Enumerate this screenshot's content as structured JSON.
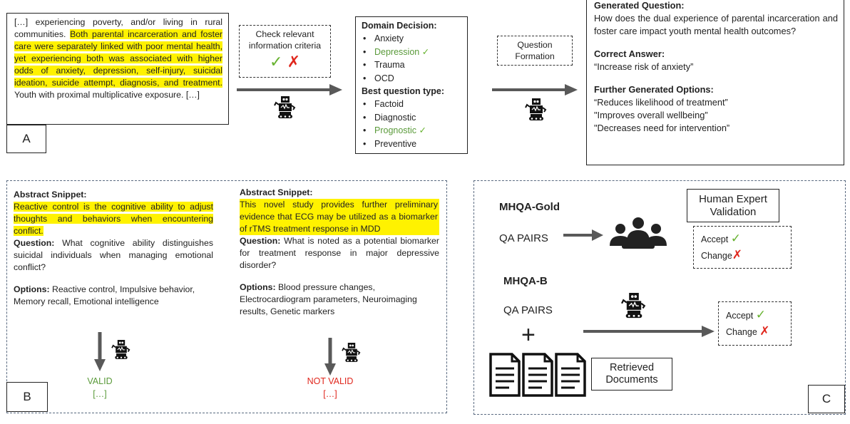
{
  "panel_a": {
    "source_text": {
      "before": "[…] experiencing poverty, and/or living in rural communities. ",
      "highlighted": "Both parental incarceration and foster care were separately linked with poor mental health, yet experiencing both was associated with higher odds of anxiety, depression, self-injury, suicidal ideation, suicide attempt, diagnosis, and treatment.",
      "after": " Youth with proximal multiplicative exposure. […]"
    },
    "label": "A",
    "criteria": {
      "text": "Check relevant information criteria",
      "check": "✓",
      "cross": "✗"
    },
    "domain_decision": {
      "title": "Domain Decision:",
      "items": [
        {
          "label": "Anxiety",
          "selected": false
        },
        {
          "label": "Depression",
          "selected": true
        },
        {
          "label": "Trauma",
          "selected": false
        },
        {
          "label": "OCD",
          "selected": false
        }
      ],
      "qtype_title": "Best question type:",
      "qtypes": [
        {
          "label": "Factoid",
          "selected": false
        },
        {
          "label": "Diagnostic",
          "selected": false
        },
        {
          "label": "Prognostic",
          "selected": true
        },
        {
          "label": "Preventive",
          "selected": false
        }
      ],
      "check": "✓"
    },
    "question_formation": "Question Formation",
    "generated": {
      "question_title": "Generated Question:",
      "question": "How does the dual experience of parental incarceration and foster care impact youth mental health outcomes?",
      "answer_title": "Correct Answer:",
      "answer": "“Increase risk of anxiety”",
      "options_title": "Further Generated Options:",
      "options": [
        "“Reduces likelihood of treatment”",
        "\"Improves overall wellbeing”",
        "\"Decreases need for intervention”"
      ]
    }
  },
  "panel_b": {
    "label": "B",
    "left": {
      "snippet_title": "Abstract Snippet:",
      "snippet": "Reactive control is the cognitive ability to adjust thoughts and behaviors when encountering conflict.",
      "question_label": "Question:",
      "question": " What cognitive ability distinguishes suicidal individuals when managing emotional conflict?",
      "options_label": "Options:",
      "options": " Reactive control, Impulsive behavior, Memory recall, Emotional intelligence",
      "verdict": "VALID",
      "ellipsis": "[…]"
    },
    "right": {
      "snippet_title": "Abstract Snippet:",
      "snippet": "This novel study provides further preliminary evidence that ECG may be utilized as a biomarker of rTMS treatment response in MDD",
      "question_label": "Question:",
      "question": " What is noted as a potential biomarker for treatment response in major depressive disorder?",
      "options_label": "Options:",
      "options": " Blood pressure changes, Electrocardiogram parameters, Neuroimaging results, Genetic markers",
      "verdict": "NOT VALID",
      "ellipsis": "[…]"
    }
  },
  "panel_c": {
    "label": "C",
    "gold_title": "MHQA-Gold",
    "gold_pairs": "QA PAIRS",
    "human_validation": "Human Expert Validation",
    "accept": "Accept",
    "change": "Change",
    "check": "✓",
    "cross": "✗",
    "b_title": "MHQA-B",
    "b_pairs": "QA PAIRS",
    "plus": "+",
    "retrieved": "Retrieved Documents"
  },
  "colors": {
    "highlight": "#fff200",
    "green": "#5a9a3a",
    "red": "#e0271d",
    "arrow": "#595959"
  }
}
